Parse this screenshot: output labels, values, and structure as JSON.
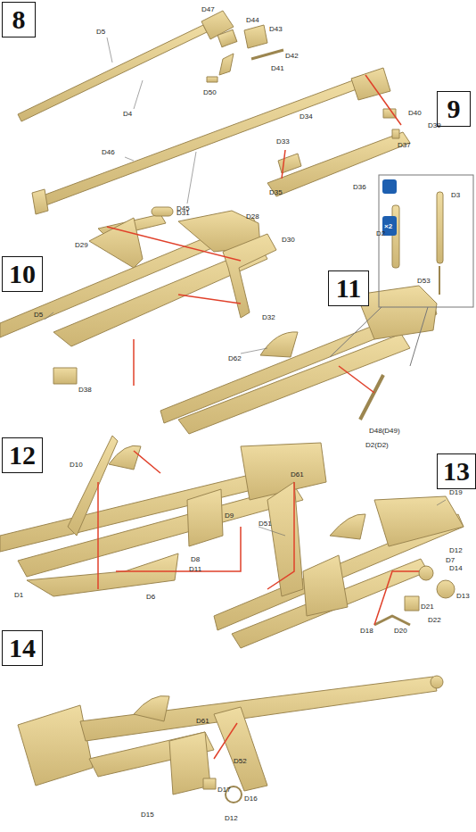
{
  "diagram": {
    "nodes": [
      {
        "text": [
          "8"
        ]
      },
      {
        "text": [
          "9"
        ]
      },
      {
        "text": [
          "10"
        ]
      },
      {
        "text": [
          "11"
        ]
      },
      {
        "text": [
          "12"
        ]
      },
      {
        "text": [
          "13"
        ]
      },
      {
        "text": [
          "14"
        ]
      }
    ],
    "labels": [
      "D5",
      "D47",
      "D44",
      "D43",
      "D42",
      "D41",
      "D50",
      "D4",
      "D46",
      "D45",
      "D40",
      "D39",
      "D37",
      "D34",
      "D33",
      "D35",
      "D36",
      "×2",
      "D3",
      "D2",
      "D53",
      "D31",
      "D29",
      "D28",
      "D30",
      "D5",
      "D38",
      "D32",
      "D62",
      "D48(D49)",
      "D2(D2)",
      "D10",
      "D9",
      "D8",
      "D11",
      "D1",
      "D6",
      "D61",
      "D51",
      "D19",
      "D12",
      "D7",
      "D14",
      "D13",
      "D21",
      "D22",
      "D20",
      "D18",
      "D61",
      "D52",
      "D17",
      "D16",
      "D15",
      "D12"
    ]
  }
}
